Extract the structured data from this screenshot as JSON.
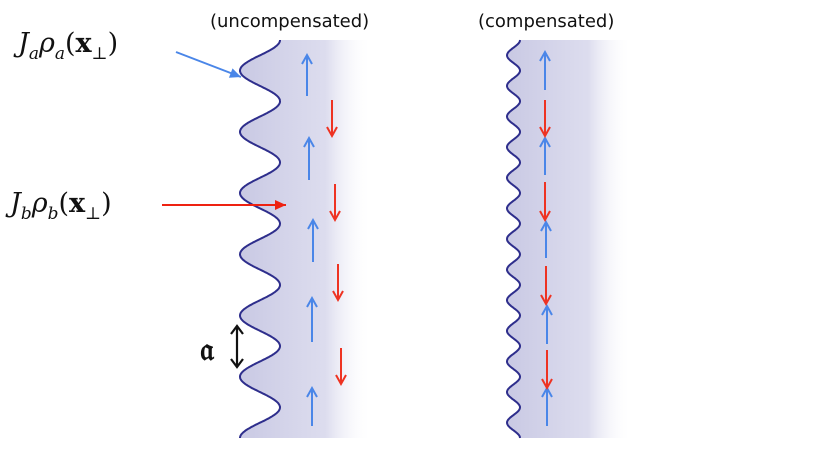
{
  "panels": [
    {
      "title": "(uncompensated)",
      "wave_cycles": 6.5,
      "wave_amplitude_ratio": 0.6,
      "arrow_count": 9
    },
    {
      "title": "(compensated)",
      "wave_cycles": 13,
      "wave_amplitude_ratio": 1.0,
      "arrow_count": 9
    }
  ],
  "labels": {
    "jarho_a": {
      "J": "J",
      "sub": "a",
      "rho": "ρ",
      "x": "x",
      "perp": "⊥"
    },
    "jbrho_b": {
      "J": "J",
      "sub": "b",
      "rho": "ρ",
      "x": "x",
      "perp": "⊥"
    },
    "lattice_const": "𝔞"
  },
  "colors": {
    "wave": "#2e2e8c",
    "up_arrow": "#4a86e8",
    "down_arrow": "#ee3322",
    "slab": "#c9c9e3",
    "pointer_a": "#4a86e8",
    "pointer_b": "#ee2211",
    "text": "#111111"
  }
}
